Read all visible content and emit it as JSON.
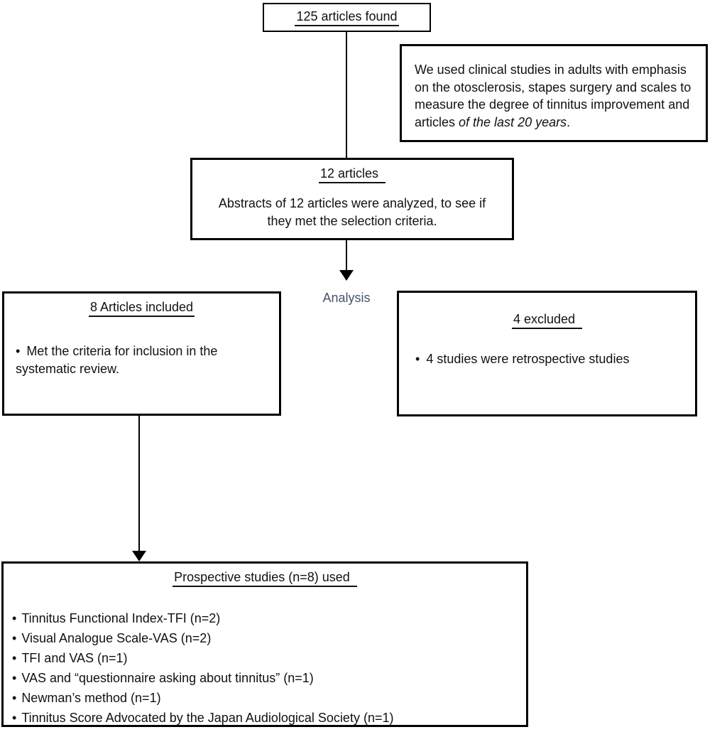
{
  "figure": {
    "found_box": {
      "title": "125 articles found"
    },
    "criteria_note": {
      "text": "We used clinical studies in adults with emphasis on the otosclerosis, stapes surgery and scales to measure the degree of tinnitus improvement and articles ",
      "italic": "of the last 20 years",
      "suffix": "."
    },
    "abstracts_box": {
      "title": "12 articles",
      "body": "Abstracts of 12 articles were analyzed, to see if they met the selection criteria."
    },
    "analysis_label": "Analysis",
    "included_box": {
      "title": "8 Articles included",
      "bullet": "Met the criteria for inclusion in the systematic review."
    },
    "excluded_box": {
      "title": "4 excluded",
      "bullet": "4 studies were retrospective studies"
    },
    "prospective_box": {
      "title": "Prospective studies (n=8) used",
      "bullets": [
        "Tinnitus Functional Index-TFI (n=2)",
        "Visual Analogue Scale-VAS (n=2)",
        "TFI and VAS (n=1)",
        "VAS and “questionnaire asking about tinnitus” (n=1)",
        "Newman’s method (n=1)",
        "Tinnitus Score Advocated by the Japan Audiological Society (n=1)"
      ]
    },
    "glyphs": {
      "bullet": "•"
    },
    "colors": {
      "analysis_label": "#44546A",
      "border": "#000000",
      "text": "#111111",
      "background": "#ffffff"
    }
  }
}
